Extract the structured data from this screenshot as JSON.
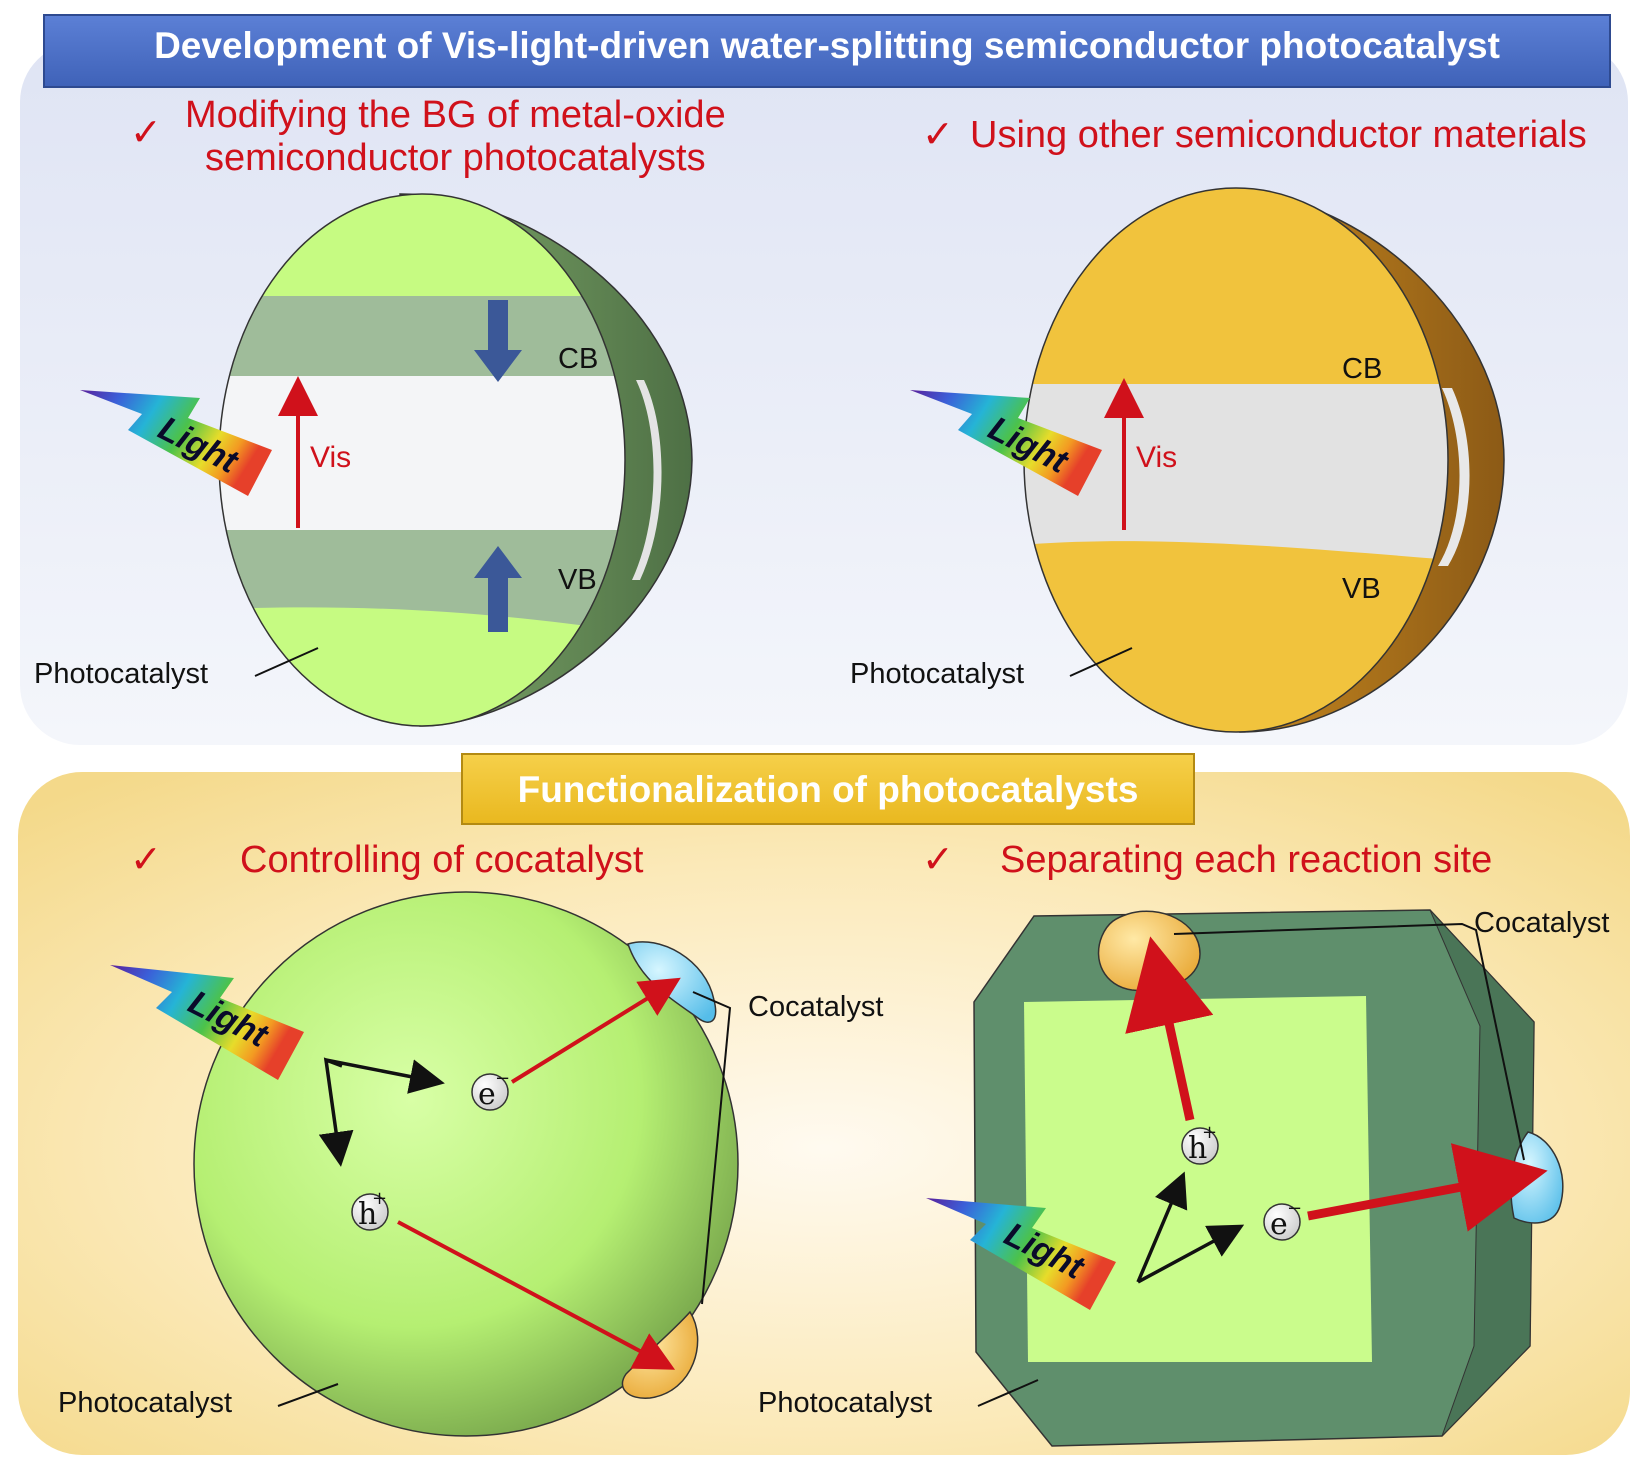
{
  "top_banner": {
    "title": "Development of Vis-light-driven water-splitting semiconductor photocatalyst"
  },
  "top_left": {
    "check": "✓",
    "heading_line1": "Modifying the BG of metal-oxide",
    "heading_line2": "semiconductor photocatalysts",
    "cb": "CB",
    "vb": "VB",
    "vis": "Vis",
    "light": "Light",
    "photocatalyst": "Photocatalyst"
  },
  "top_right": {
    "check": "✓",
    "heading": "Using other semiconductor materials",
    "cb": "CB",
    "vb": "VB",
    "vis": "Vis",
    "light": "Light",
    "photocatalyst": "Photocatalyst"
  },
  "bottom_banner": {
    "title": "Functionalization of photocatalysts"
  },
  "bottom_left": {
    "check": "✓",
    "heading": "Controlling of cocatalyst",
    "cocatalyst": "Cocatalyst",
    "light": "Light",
    "electron": "e",
    "electron_sup": "−",
    "hole": "h",
    "hole_sup": "+",
    "photocatalyst": "Photocatalyst"
  },
  "bottom_right": {
    "check": "✓",
    "heading": "Separating each reaction site",
    "cocatalyst": "Cocatalyst",
    "light": "Light",
    "electron": "e",
    "electron_sup": "−",
    "hole": "h",
    "hole_sup": "+",
    "photocatalyst": "Photocatalyst"
  },
  "colors": {
    "banner_blue": "#4a6fc7",
    "banner_gold": "#f1c232",
    "heading_red": "#d0111b",
    "band_green": "#9fbc9a",
    "disc_green": "#c6fb82",
    "disc_orange": "#f1c33d",
    "gap_gray": "#e2e2e2",
    "arrow_blue": "#3b5898",
    "cube_green": "#5a8a68"
  }
}
